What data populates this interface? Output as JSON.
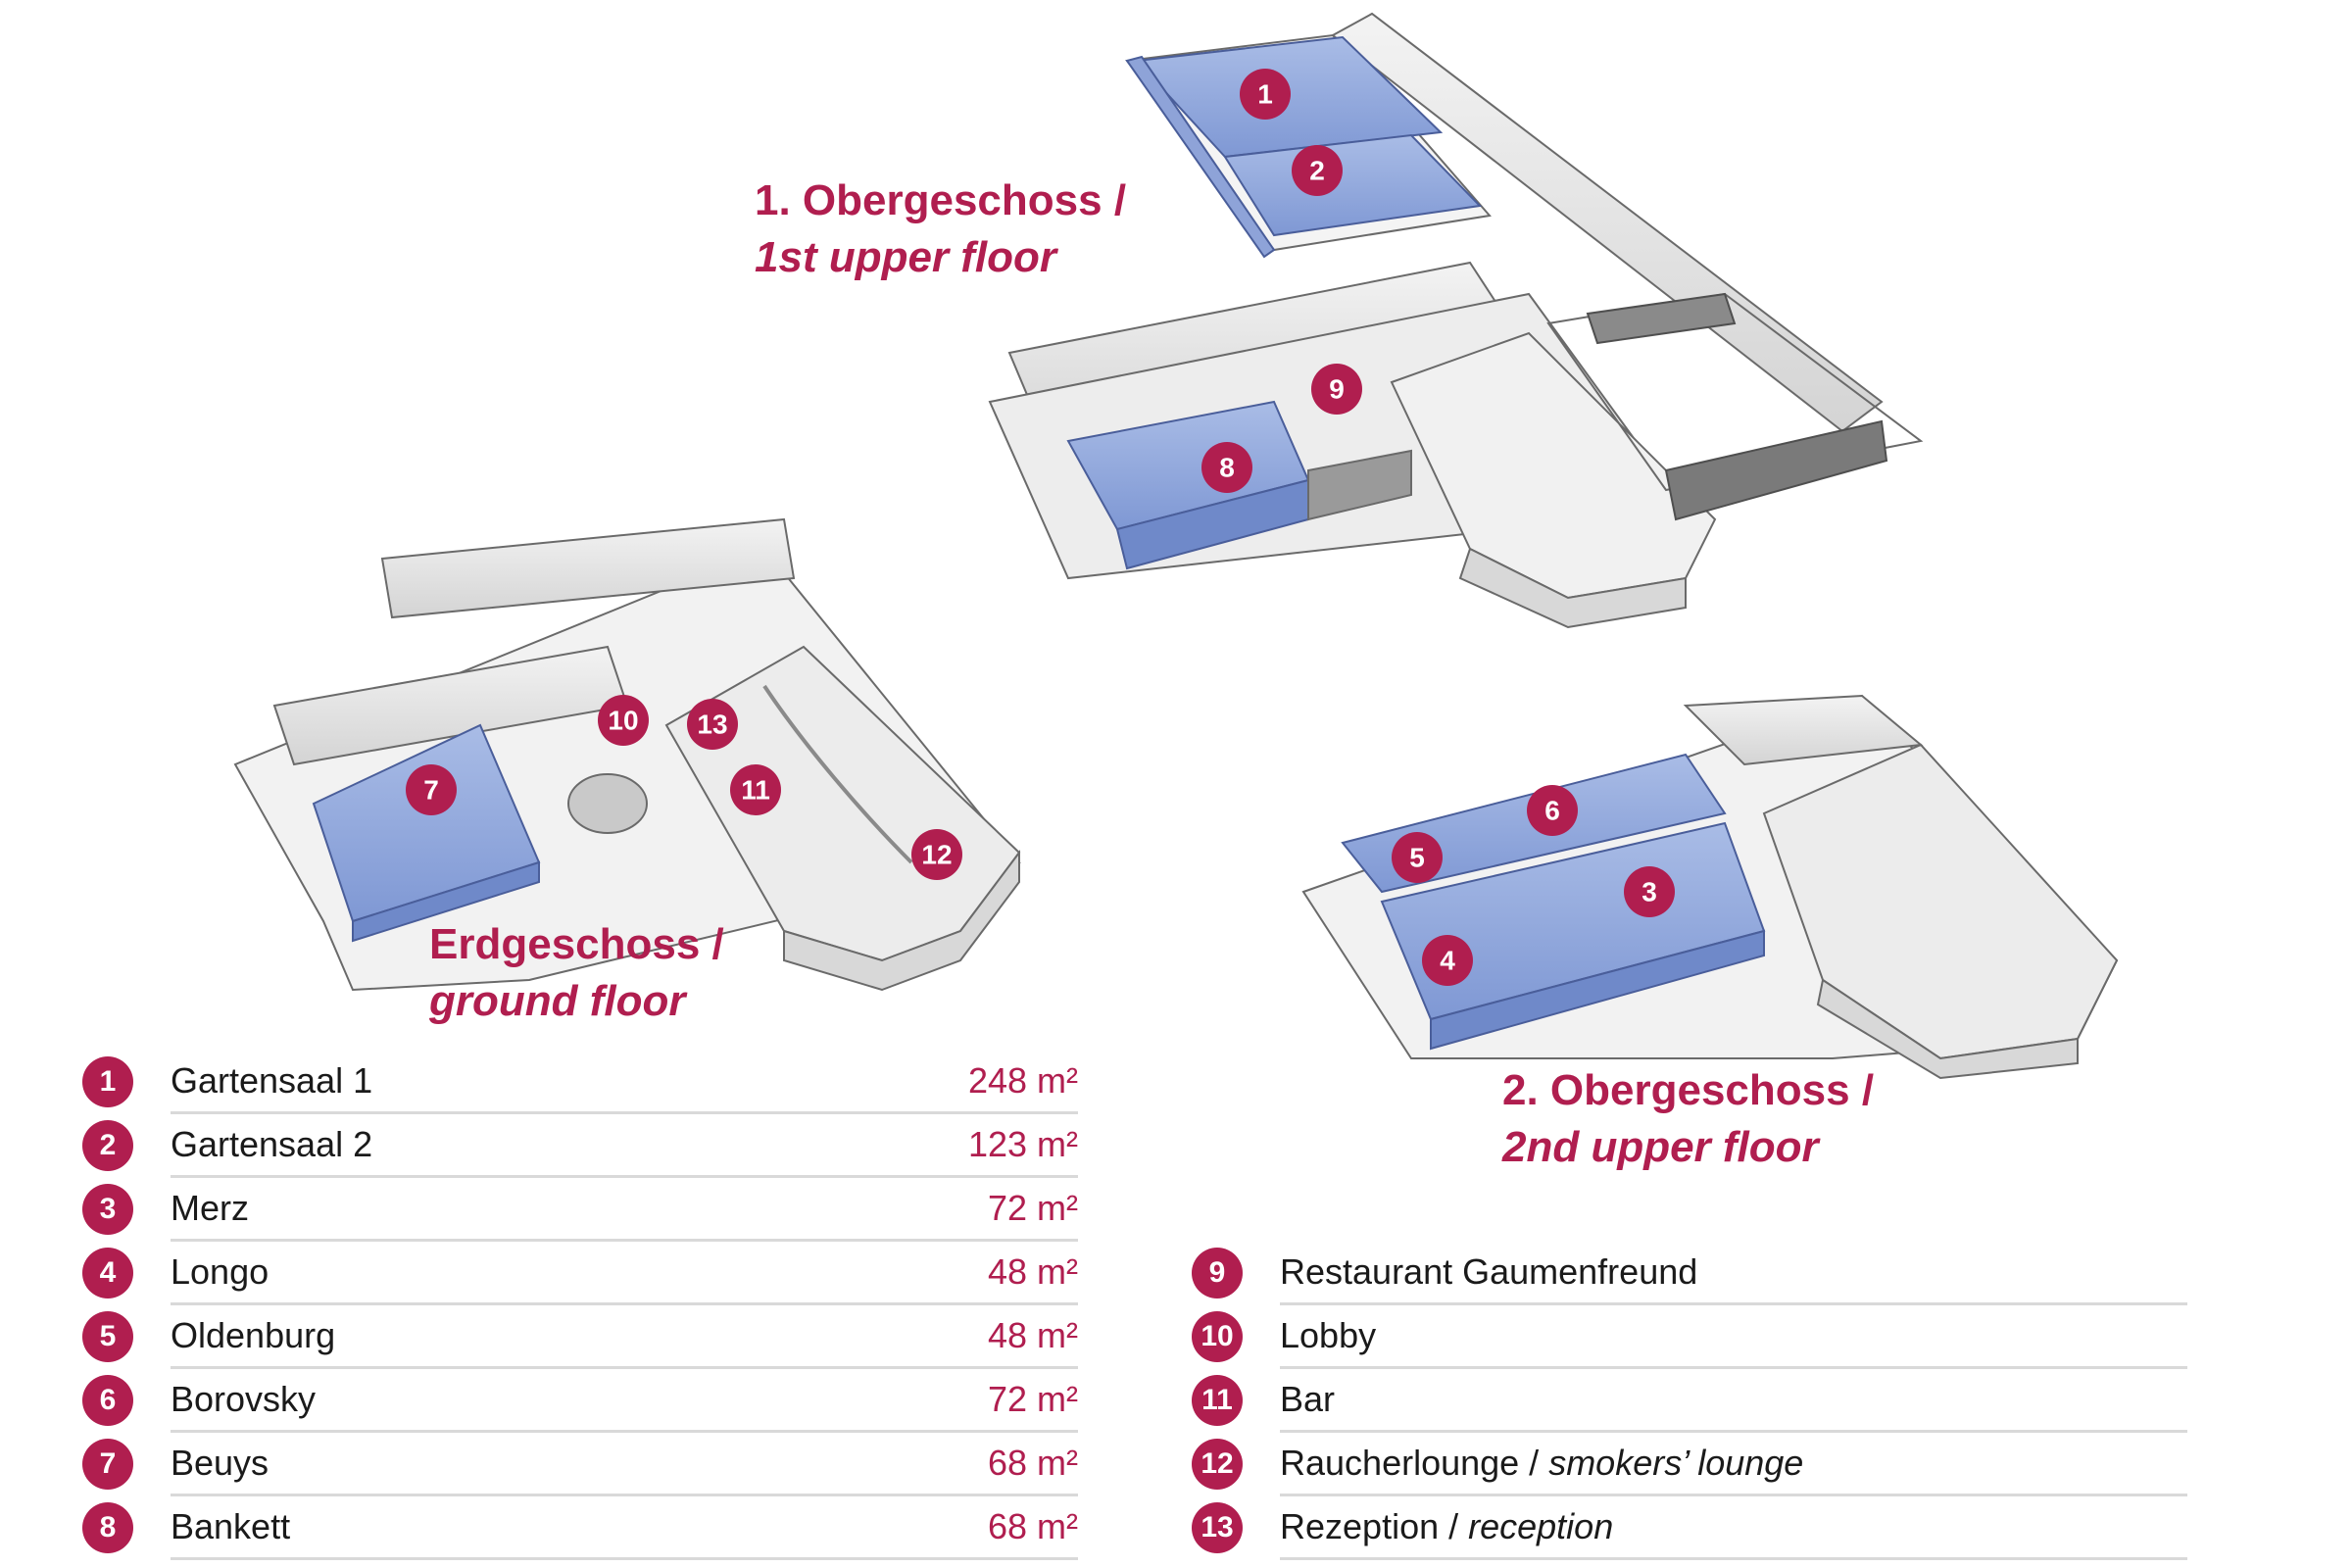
{
  "floors": {
    "upper1": {
      "de": "1. Obergeschoss /",
      "en": "1st upper floor"
    },
    "ground": {
      "de": "Erdgeschoss /",
      "en": "ground floor"
    },
    "upper2": {
      "de": "2. Obergeschoss /",
      "en": "2nd upper floor"
    }
  },
  "markers": [
    "1",
    "2",
    "3",
    "4",
    "5",
    "6",
    "7",
    "8",
    "9",
    "10",
    "11",
    "12",
    "13"
  ],
  "rooms": [
    {
      "num": "1",
      "name": "Gartensaal 1",
      "area": "248 m²"
    },
    {
      "num": "2",
      "name": "Gartensaal 2",
      "area": "123 m²"
    },
    {
      "num": "3",
      "name": "Merz",
      "area": "72 m²"
    },
    {
      "num": "4",
      "name": "Longo",
      "area": "48 m²"
    },
    {
      "num": "5",
      "name": "Oldenburg",
      "area": "48 m²"
    },
    {
      "num": "6",
      "name": "Borovsky",
      "area": "72 m²"
    },
    {
      "num": "7",
      "name": "Beuys",
      "area": "68 m²"
    },
    {
      "num": "8",
      "name": "Bankett",
      "area": "68 m²"
    }
  ],
  "facilities": [
    {
      "num": "9",
      "name": "Restaurant Gaumenfreund",
      "name_en": ""
    },
    {
      "num": "10",
      "name": "Lobby",
      "name_en": ""
    },
    {
      "num": "11",
      "name": "Bar",
      "name_en": ""
    },
    {
      "num": "12",
      "name": "Raucherlounge / ",
      "name_en": "smokers’ lounge"
    },
    {
      "num": "13",
      "name": "Rezeption / ",
      "name_en": "reception"
    }
  ],
  "colors": {
    "accent": "#b01e4f",
    "room_highlight": "#8fa6dc",
    "wall": "#e6e6e6",
    "wall_dark": "#bdbdbd",
    "floor": "#f4f4f4"
  }
}
